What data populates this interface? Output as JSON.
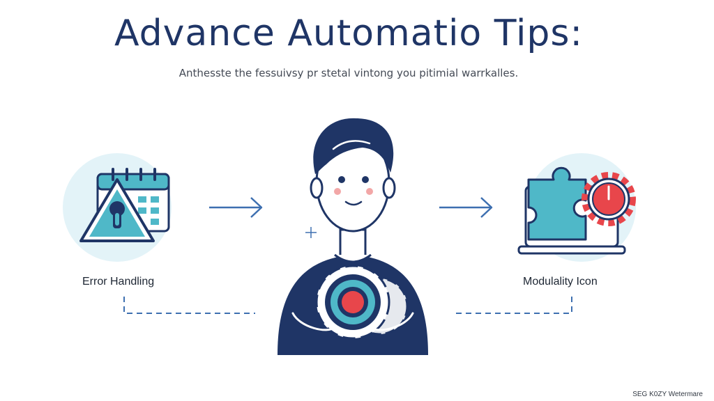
{
  "header": {
    "title": "Advance Automatio Tips:",
    "subtitle": "Anthesste the fessuivsy pr stetal vintong you pitimial warrkalles."
  },
  "left_node": {
    "label": "Error Handling",
    "icon": "warning-calendar-icon"
  },
  "center_node": {
    "icon": "person-with-gear-icon"
  },
  "right_node": {
    "label": "Modulality Icon",
    "icon": "puzzle-laptop-gear-icon"
  },
  "footer": {
    "watermark": "SEG K0ZY Wetermare"
  },
  "colors": {
    "navy": "#1f3566",
    "teal": "#4fb8c8",
    "light_circle": "#e3f3f8",
    "red": "#e8464b",
    "arrow": "#3d6fb0"
  }
}
